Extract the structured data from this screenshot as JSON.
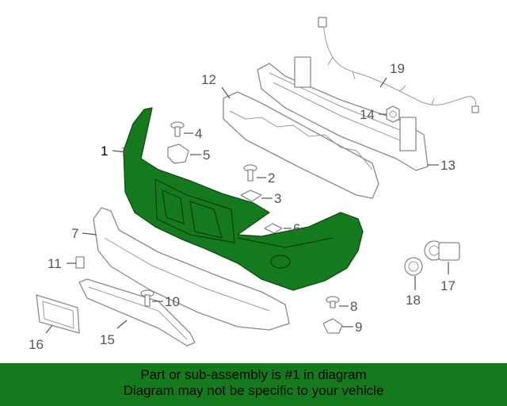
{
  "callouts": {
    "c1": "1",
    "c2": "2",
    "c3": "3",
    "c4": "4",
    "c5": "5",
    "c6": "6",
    "c7": "7",
    "c8": "8",
    "c9": "9",
    "c10": "10",
    "c11": "11",
    "c12": "12",
    "c13": "13",
    "c14": "14",
    "c15": "15",
    "c16": "16",
    "c17": "17",
    "c18": "18",
    "c19": "19"
  },
  "footer": {
    "line1": "Part or sub-assembly is #1 in diagram",
    "line2": "Diagram may not be specific to your vehicle"
  },
  "colors": {
    "highlight": "#157a1d",
    "part_outline": "#8a8a8a",
    "background": "#ffffff"
  }
}
